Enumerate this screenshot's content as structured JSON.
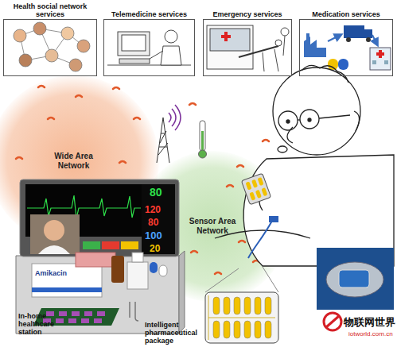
{
  "diagram": {
    "nodes": [
      {
        "text": [
          "Health social network services"
        ]
      },
      {
        "text": [
          "Telemedicine services"
        ]
      },
      {
        "text": [
          "Emergency services"
        ]
      },
      {
        "text": [
          "Medication services"
        ]
      },
      {
        "text": [
          "Wide Area Network"
        ]
      },
      {
        "text": [
          "Sensor Area Network"
        ]
      },
      {
        "text": [
          "In-home healthcare station"
        ]
      },
      {
        "text": [
          "Intelligent pharmaceutical package"
        ]
      }
    ],
    "labels": [
      "80",
      "120",
      "80",
      "100",
      "20",
      "Amikacin",
      "物联网世界",
      "iotworld.com.cn"
    ]
  }
}
